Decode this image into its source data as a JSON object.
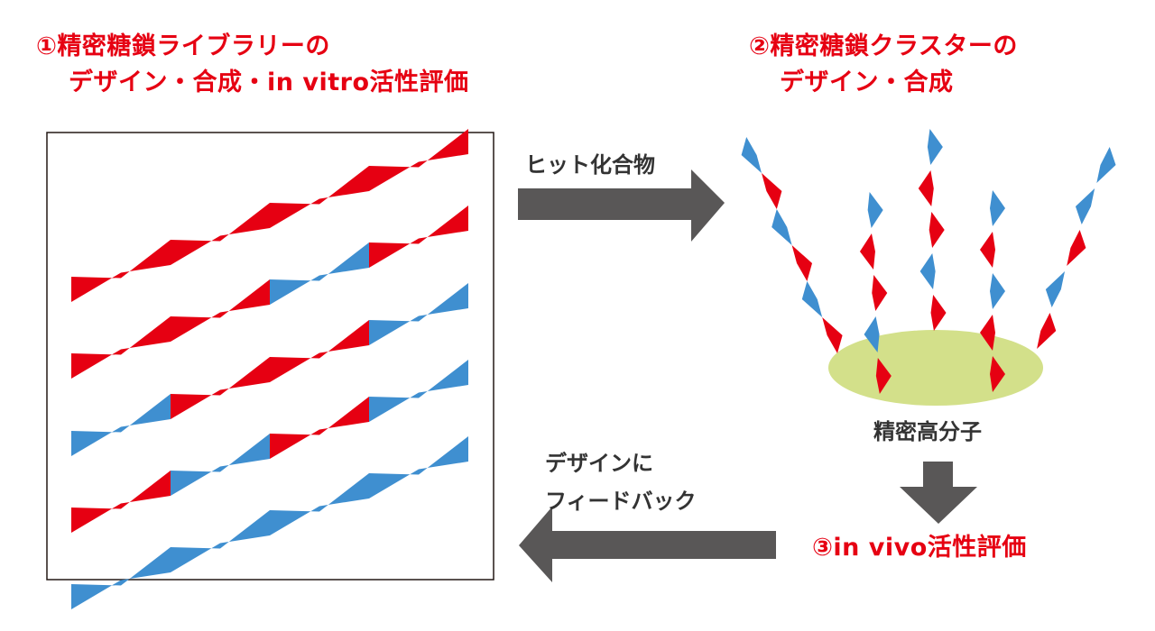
{
  "headings": {
    "step1_line1": "①精密糖鎖ライブラリーの",
    "step1_line2": "デザイン・合成・in vitro活性評価",
    "step2_line1": "②精密糖鎖クラスターの",
    "step2_line2": "デザイン・合成",
    "step3": "③in vivo活性評価"
  },
  "captions": {
    "hit_compound": "ヒット化合物",
    "precision_polymer": "精密高分子",
    "feedback_line1": "デザインに",
    "feedback_line2": "フィードバック"
  },
  "colors": {
    "accent_red": "#e60012",
    "sugar_blue": "#3f8fd0",
    "arrow_gray": "#595757",
    "polymer_green": "#d3e08a",
    "text_dark": "#333333"
  },
  "library_rows": [
    [
      "red",
      "red",
      "red",
      "red"
    ],
    [
      "red",
      "red",
      "blue",
      "red"
    ],
    [
      "blue",
      "red",
      "red",
      "blue"
    ],
    [
      "red",
      "blue",
      "red",
      "blue"
    ],
    [
      "blue",
      "blue",
      "blue",
      "blue"
    ]
  ],
  "cluster_chains": [
    [
      "blue",
      "red",
      "blue",
      "red",
      "blue",
      "red"
    ],
    [
      "blue",
      "red",
      "red",
      "blue",
      "red"
    ],
    [
      "blue",
      "red",
      "red",
      "blue",
      "red"
    ],
    [
      "blue",
      "red",
      "blue",
      "red",
      "red"
    ],
    [
      "blue",
      "blue",
      "red",
      "blue",
      "red"
    ]
  ]
}
